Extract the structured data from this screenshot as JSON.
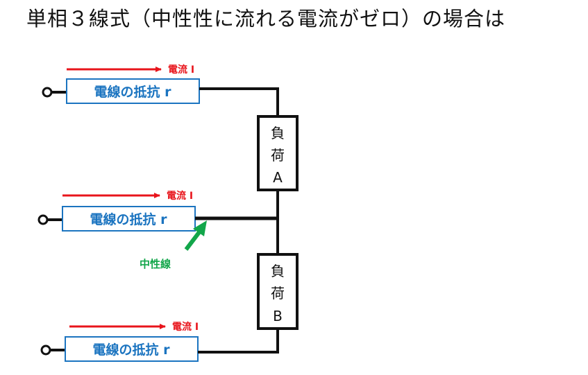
{
  "title": "単相３線式（中性性に流れる電流がゼロ）の場合は",
  "colors": {
    "wire": "#111111",
    "current": "#e8141b",
    "resistor": "#1b74c0",
    "neutral": "#12a64a"
  },
  "lines": [
    {
      "current_label": "電流 I",
      "resistor_label": "電線の抵抗 r"
    },
    {
      "current_label": "電流 I",
      "resistor_label": "電線の抵抗 r"
    },
    {
      "current_label": "電流 I",
      "resistor_label": "電線の抵抗 r"
    }
  ],
  "loads": [
    {
      "chars": [
        "負",
        "荷",
        "A"
      ]
    },
    {
      "chars": [
        "負",
        "荷",
        "B"
      ]
    }
  ],
  "neutral_label": "中性線"
}
